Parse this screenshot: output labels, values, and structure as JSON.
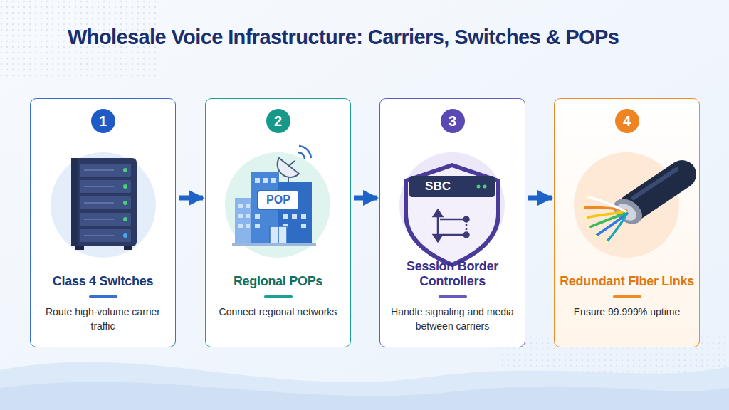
{
  "diagram": {
    "title": "Wholesale Voice Infrastructure: Carriers, Switches & POPs",
    "nodes": [
      {
        "text": [
          "1",
          "Class 4 Switches",
          "Route high-volume carrier traffic"
        ]
      },
      {
        "text": [
          "2",
          "Regional POPs",
          "Connect regional networks"
        ]
      },
      {
        "text": [
          "3",
          "Session Border Controllers",
          "Handle signaling and media between carriers"
        ]
      },
      {
        "text": [
          "4",
          "Redundant Fiber Links",
          "Ensure 99.999% uptime"
        ]
      }
    ],
    "edges": [
      {
        "from": 0,
        "to": 1,
        "arrow": "to"
      },
      {
        "from": 1,
        "to": 2,
        "arrow": "to"
      },
      {
        "from": 2,
        "to": 3,
        "arrow": "to"
      }
    ],
    "labels": [
      "POP",
      "SBC"
    ]
  }
}
